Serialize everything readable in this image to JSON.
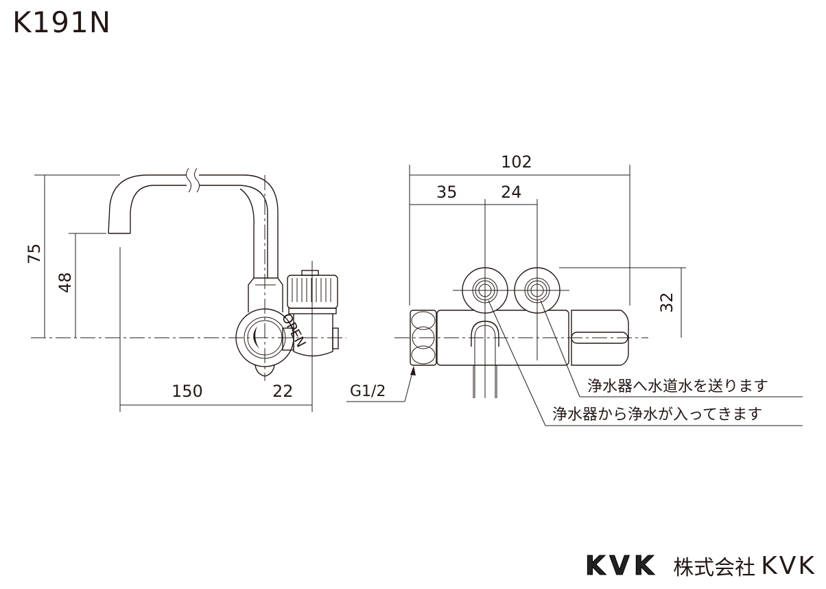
{
  "title": "K191N",
  "side_view": {
    "dims": {
      "height_total": "75",
      "height_outlet": "48",
      "reach": "150",
      "offset": "22"
    },
    "handle_label": "OPEN"
  },
  "top_view": {
    "dims": {
      "total_length": "102",
      "pitch_a": "35",
      "pitch_b": "24",
      "height": "32"
    },
    "thread": "G1/2",
    "callouts": {
      "to_purifier": "浄水器へ水道水を送ります",
      "from_purifier": "浄水器から浄水が入ってきます"
    }
  },
  "footer": {
    "logo": "KVK",
    "company_jp": "株式会社",
    "company_en": "KVK"
  }
}
